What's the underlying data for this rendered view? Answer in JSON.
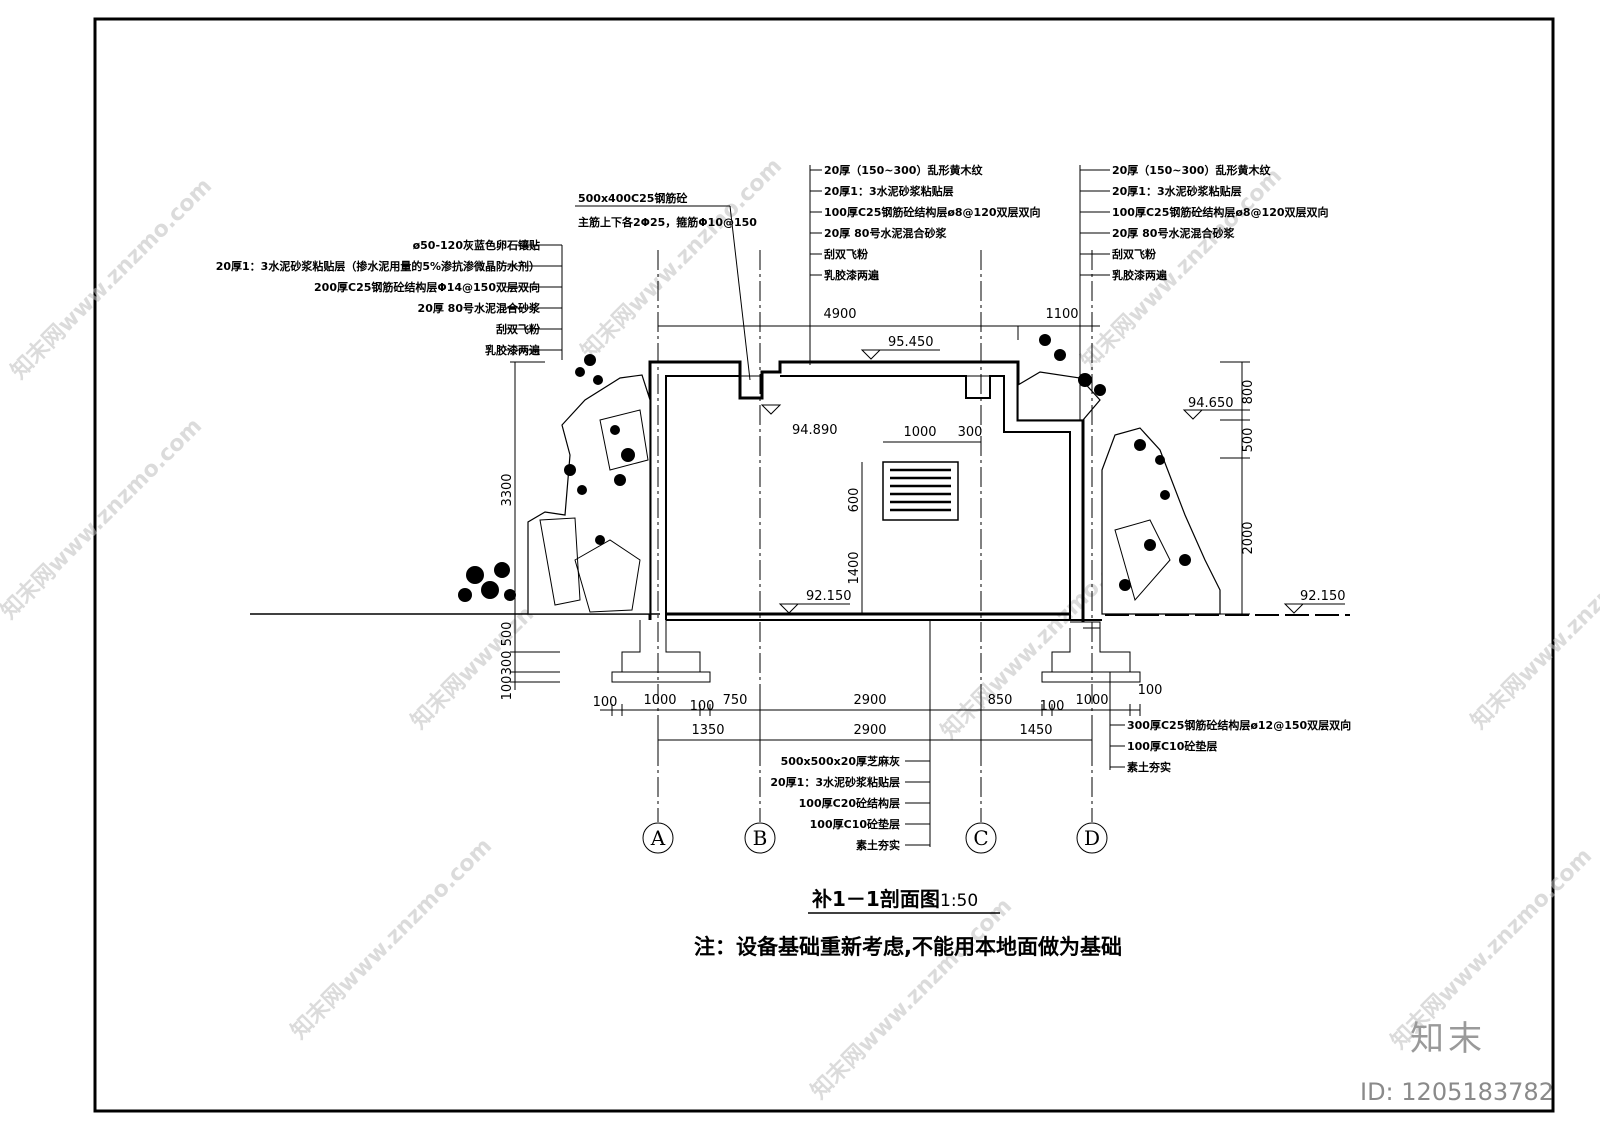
{
  "drawing": {
    "title": "补1－1剖面图",
    "scale": "1:50",
    "note": "注：设备基础重新考虑,不能用本地面做为基础"
  },
  "left_callouts": [
    "ø50-120灰蓝色卵石镶贴",
    "20厚1：3水泥砂浆粘贴层（掺水泥用量的5%渗抗渗微晶防水剂）",
    "200厚C25钢筋砼结构层Φ14@150双层双向",
    "20厚 80号水泥混合砂浆",
    "刮双飞粉",
    "乳胶漆两遍"
  ],
  "beam_callout": [
    "500x400C25钢筋砼",
    "主筋上下各2Φ25，箍筋Φ10@150"
  ],
  "roof_callouts": [
    "20厚（150~300）乱形黄木纹",
    "20厚1：3水泥砂浆粘贴层",
    "100厚C25钢筋砼结构层ø8@120双层双向",
    "20厚 80号水泥混合砂浆",
    "刮双飞粉",
    "乳胶漆两遍"
  ],
  "right_callouts": [
    "20厚（150~300）乱形黄木纹",
    "20厚1：3水泥砂浆粘贴层",
    "100厚C25钢筋砼结构层ø8@120双层双向",
    "20厚 80号水泥混合砂浆",
    "刮双飞粉",
    "乳胶漆两遍"
  ],
  "floor_callouts": [
    "500x500x20厚芝麻灰",
    "20厚1：3水泥砂浆粘贴层",
    "100厚C20砼结构层",
    "100厚C10砼垫层",
    "素土夯实"
  ],
  "footing_callouts": [
    "300厚C25钢筋砼结构层ø12@150双层双向",
    "100厚C10砼垫层",
    "素土夯实"
  ],
  "elevations": {
    "roof": "95.450",
    "beam_bottom": "94.890",
    "right_roof": "94.650",
    "floor": "92.150",
    "ground_right": "92.150"
  },
  "dimensions": {
    "top_span": "4900",
    "top_right": "1100",
    "vent_width": "1000",
    "vent_gap": "300",
    "vent_height": "600",
    "vent_sill": "1400",
    "left_height": "3300",
    "right_800": "800",
    "right_500": "500",
    "right_2000": "2000",
    "found_500": "500",
    "found_300": "300",
    "found_100": "100",
    "row1": [
      "100",
      "1000",
      "100",
      "750",
      "2900",
      "850",
      "100",
      "1000",
      "100"
    ],
    "row2": [
      "1350",
      "2900",
      "1450"
    ]
  },
  "axes": [
    "A",
    "B",
    "C",
    "D"
  ],
  "watermark": {
    "site": "知末网www.znzmo.com",
    "brand": "知末",
    "id_text": "ID: 1205183782"
  }
}
